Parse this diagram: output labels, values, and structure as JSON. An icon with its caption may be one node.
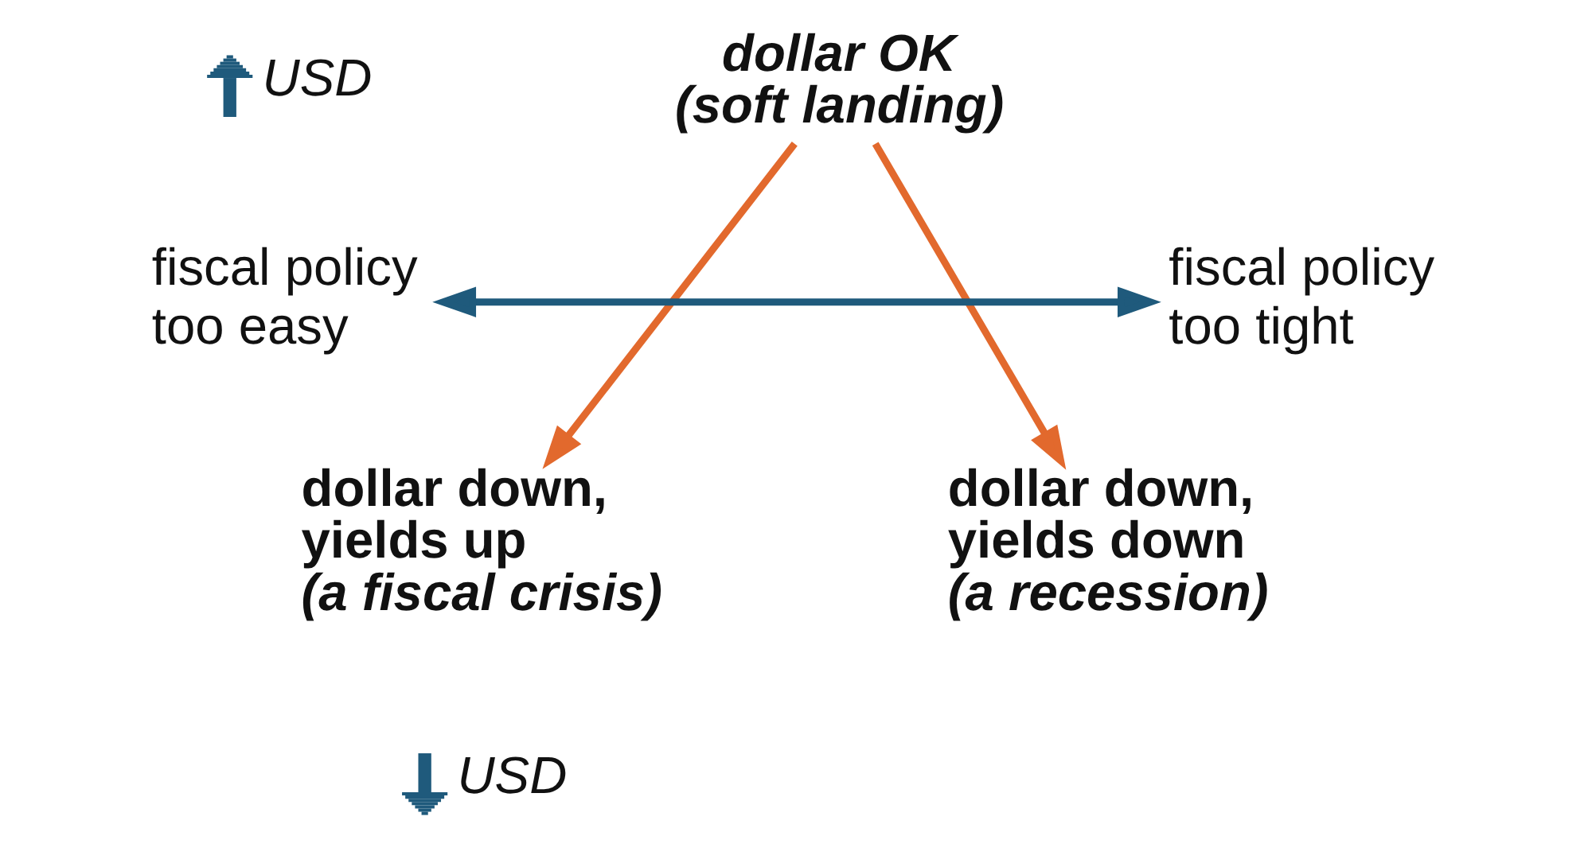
{
  "diagram": {
    "nodes": [
      {
        "text": [
          "dollar OK",
          "(soft landing)"
        ]
      },
      {
        "text": [
          "fiscal policy too easy"
        ]
      },
      {
        "text": [
          "fiscal policy too tight"
        ]
      },
      {
        "text": [
          "dollar down, yields up",
          "(a fiscal crisis)"
        ]
      },
      {
        "text": [
          "dollar down, yields down",
          "(a recession)"
        ]
      }
    ],
    "edges": [
      {
        "from": 0,
        "to": 3,
        "arrow": "to"
      },
      {
        "from": 0,
        "to": 4,
        "arrow": "to"
      },
      {
        "from": 1,
        "to": 2,
        "arrow": "both",
        "color": "#1f5a7c"
      }
    ],
    "labels": [
      "USD",
      "USD"
    ]
  }
}
